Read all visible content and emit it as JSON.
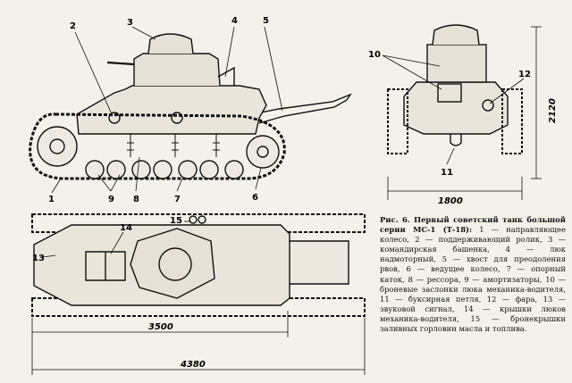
{
  "labels": {
    "side": [
      "1",
      "2",
      "3",
      "4",
      "5",
      "6",
      "7",
      "8",
      "9"
    ],
    "front": [
      "10",
      "11",
      "12"
    ],
    "top": [
      "13",
      "14",
      "15"
    ]
  },
  "dimensions": {
    "height": "2120",
    "width": "1800",
    "length_hull": "3500",
    "length_total": "4380"
  },
  "caption": {
    "head": "Рис. 6. Первый советский танк большой серии МС-1 (Т-18):",
    "body": "1 — направляющее колесо, 2 — поддерживающий ролик, 3 — командирская башенка, 4 — люк надмоторный, 5 — хвост для преодоления рвов, 6 — ведущее колесо, 7 — опорный каток, 8 — рессора, 9 — амортизаторы, 10 — броневые заслонки люка механика-водителя, 11 — буксирная петля, 12 — фара, 13 — звуковой сигнал, 14 — крышки люков механика-водителя, 15 — бронекрышки заливных горловин масла и топлива."
  }
}
